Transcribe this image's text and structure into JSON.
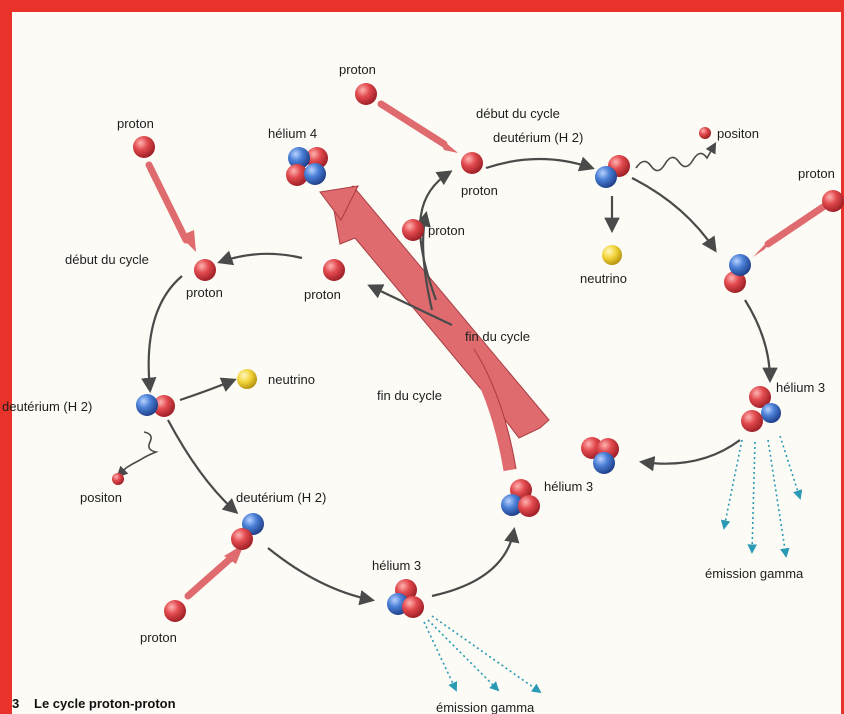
{
  "colors": {
    "frame": "#e8322a",
    "proton": "#e24a4e",
    "neutron": "#4a7fd6",
    "neutrino": "#f2d438",
    "arrow": "#4a4a4a",
    "big_arrow": "#e06b6f",
    "gamma": "#2a9ab5"
  },
  "labels": {
    "proton_top": "proton",
    "proton_topleft": "proton",
    "proton_right_edge": "proton",
    "debut_left": "début du cycle",
    "proton_left_cycle": "proton",
    "proton_mid": "proton",
    "helium4": "hélium 4",
    "debut_right": "début du cycle",
    "deuterium_right": "deutérium (H 2)",
    "positon_right": "positon",
    "proton_right_cycle": "proton",
    "proton_right_lower": "proton",
    "neutrino_right": "neutrino",
    "fin_cycle_1": "fin du cycle",
    "fin_cycle_2": "fin du cycle",
    "deuterium_left": "deutérium (H 2)",
    "neutrino_left": "neutrino",
    "positon_left": "positon",
    "deuterium_bottom": "deutérium (H 2)",
    "proton_bottom": "proton",
    "helium3_bottom": "hélium 3",
    "helium3_middle": "hélium 3",
    "helium3_right": "hélium 3",
    "emission_right": "émission gamma",
    "emission_bottom": "émission gamma",
    "caption_number": "3",
    "caption": "Le cycle proton-proton"
  }
}
